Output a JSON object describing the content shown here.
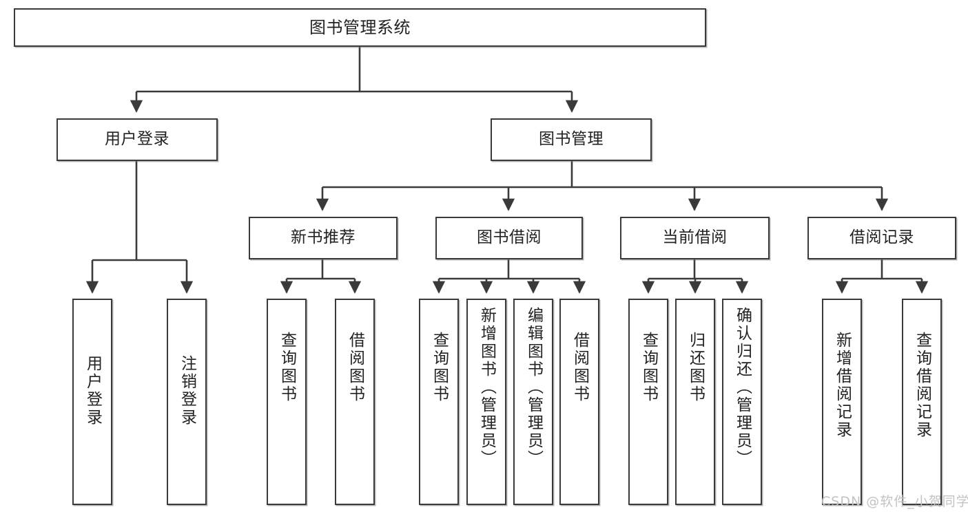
{
  "diagram": {
    "type": "tree-hierarchy",
    "title": "图书管理系统",
    "root": {
      "label": "图书管理系统"
    },
    "level2": [
      {
        "label": "用户登录"
      },
      {
        "label": "图书管理"
      }
    ],
    "level3": [
      {
        "label": "新书推荐"
      },
      {
        "label": "图书借阅"
      },
      {
        "label": "当前借阅"
      },
      {
        "label": "借阅记录"
      }
    ],
    "leaves": {
      "user_login": [
        {
          "label": "用户登录"
        },
        {
          "label": "注销登录"
        }
      ],
      "new_book_recommend": [
        {
          "label": "查询图书"
        },
        {
          "label": "借阅图书"
        }
      ],
      "book_borrow": [
        {
          "label": "查询图书"
        },
        {
          "label": "新增图书（管理员）"
        },
        {
          "label": "编辑图书（管理员）"
        },
        {
          "label": "借阅图书"
        }
      ],
      "current_borrow": [
        {
          "label": "查询图书"
        },
        {
          "label": "归还图书"
        },
        {
          "label": "确认归还（管理员）"
        }
      ],
      "borrow_record": [
        {
          "label": "新增借阅记录"
        },
        {
          "label": "查询借阅记录"
        }
      ]
    }
  },
  "watermark": {
    "text": "CSDN @软件_小贺同学"
  },
  "colors": {
    "border": "#3a3a3a",
    "text": "#222222",
    "background": "#ffffff",
    "watermark": "#c2c2c2"
  }
}
